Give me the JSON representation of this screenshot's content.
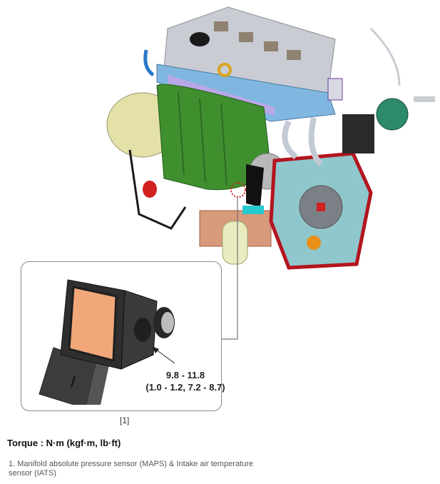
{
  "figure": {
    "label": "[1]",
    "detail": {
      "torque_range_nm": "9.8 - 11.8",
      "torque_range_alt": "(1.0 - 1.2, 7.2 - 8.7)"
    },
    "colors": {
      "intake_manifold": "#3f8f2f",
      "valve_cover": "#c9ccd3",
      "sensor_body": "#3a3a3a",
      "sensor_face": "#f2a77a",
      "flywheel_gasket": "#b3151f",
      "alternator": "#e3e0a8"
    }
  },
  "torque_heading": "Torque : N·m (kgf·m, lb·ft)",
  "legend": {
    "items": [
      {
        "number": "1.",
        "text": "Manifold absolute pressure sensor (MAPS) & Intake air temperature sensor (IATS)"
      }
    ]
  }
}
